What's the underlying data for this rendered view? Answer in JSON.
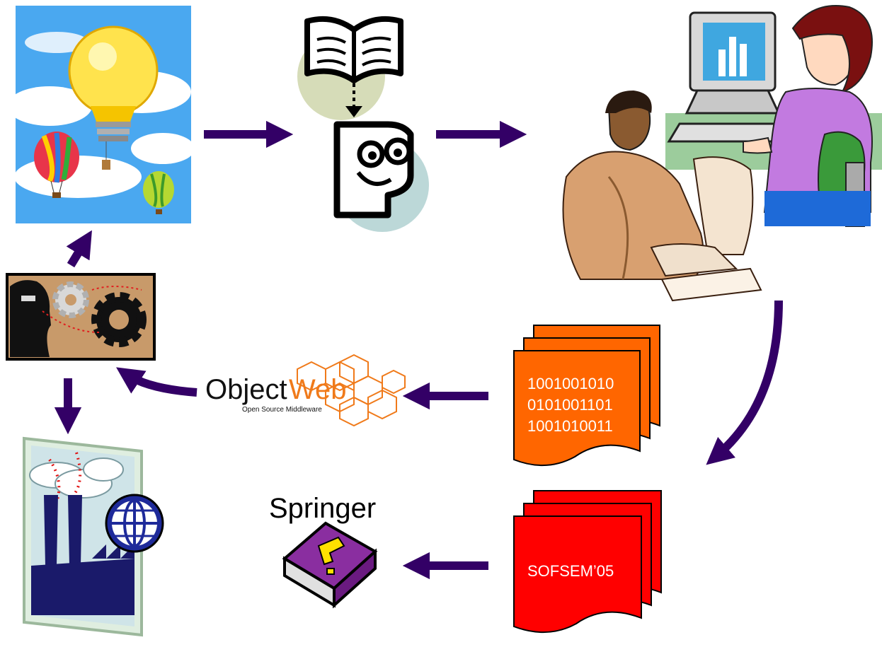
{
  "binary_doc": {
    "lines": [
      "1001001010",
      "0101001101",
      "1001010011"
    ]
  },
  "paper_doc": {
    "label": "SOFSEM’05"
  },
  "objectweb": {
    "name_part1": "Object",
    "name_part2": "Web",
    "tagline": "Open Source Middleware"
  },
  "springer": {
    "label": "Springer"
  },
  "colors": {
    "arrow": "#330066",
    "binary_doc": "#ff6600",
    "paper_doc": "#ff0000",
    "objectweb_orange": "#f07a1a",
    "sky": "#4aa8f0"
  }
}
